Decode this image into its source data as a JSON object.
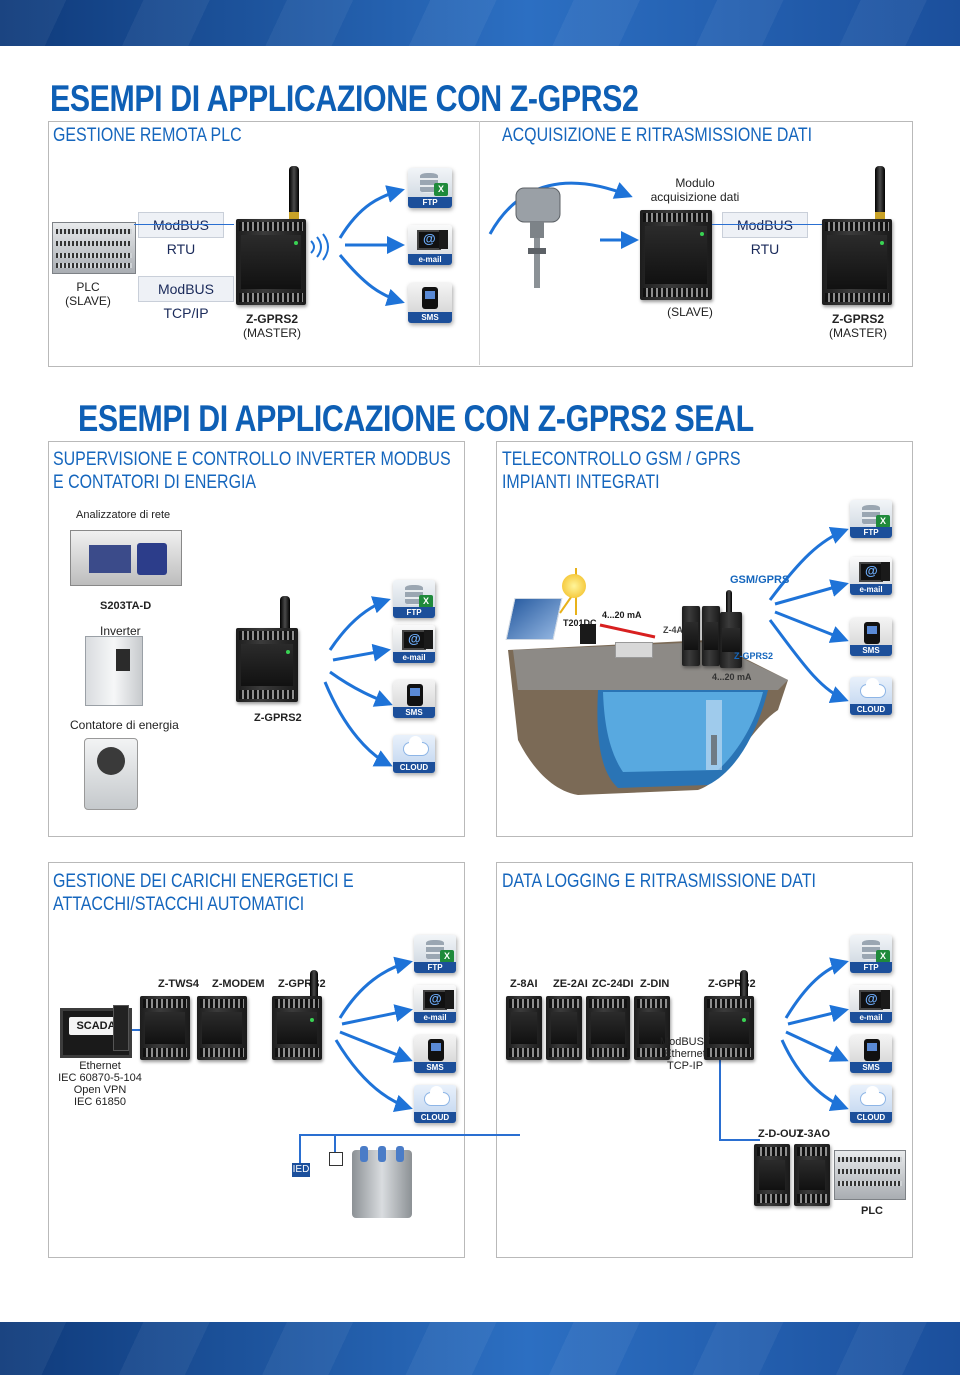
{
  "sections": {
    "title1": "ESEMPI DI APPLICAZIONE CON Z-GPRS2",
    "title2": "ESEMPI DI APPLICAZIONE CON Z-GPRS2 SEAL",
    "box1": {
      "heading": "GESTIONE REMOTA PLC"
    },
    "box2": {
      "heading": "ACQUISIZIONE E RITRASMISSIONE DATI"
    },
    "box3": {
      "heading_line1": "SUPERVISIONE E CONTROLLO INVERTER MODBUS",
      "heading_line2": "E CONTATORI DI ENERGIA"
    },
    "box4": {
      "heading_line1": "TELECONTROLLO GSM / GPRS",
      "heading_line2": "IMPIANTI INTEGRATI"
    },
    "box5": {
      "heading_line1": "GESTIONE DEI CARICHI ENERGETICI E",
      "heading_line2": "ATTACCHI/STACCHI AUTOMATICI"
    },
    "box6": {
      "heading": "DATA LOGGING E RITRASMISSIONE DATI"
    }
  },
  "box1": {
    "modbus_rtu": "ModBUS RTU",
    "modbus_tcp": "ModBUS TCP/IP",
    "plc_line1": "PLC",
    "plc_line2": "(SLAVE)",
    "device": "Z-GPRS2",
    "device_role": "(MASTER)"
  },
  "box2": {
    "module_line1": "Modulo",
    "module_line2": "acquisizione dati",
    "modbus_rtu": "ModBUS RTU",
    "slave": "(SLAVE)",
    "device": "Z-GPRS2",
    "device_role": "(MASTER)"
  },
  "box3": {
    "analyzer": "Analizzatore di rete",
    "s203": "S203TA-D",
    "inverter": "Inverter",
    "meter": "Contatore di energia",
    "device": "Z-GPRS2"
  },
  "box4": {
    "gsm": "GSM/GPRS",
    "t201": "T201DC",
    "ma1": "4...20 mA",
    "z4ai": "Z-4AI",
    "zgprs2": "Z-GPRS2",
    "ma2": "4...20 mA"
  },
  "box5": {
    "ztws4": "Z-TWS4",
    "zmodem": "Z-MODEM",
    "zgprs2": "Z-GPRS2",
    "scada": "SCADA",
    "proto_lines": [
      "Ethernet",
      "IEC 60870-5-104",
      "Open VPN",
      "IEC 61850"
    ],
    "ied": "IED"
  },
  "box6": {
    "z8ai": "Z-8AI",
    "ze2ai": "ZE-2AI",
    "zc24di": "ZC-24DI",
    "zdin": "Z-DIN",
    "zgprs2": "Z-GPRS2",
    "modbus_lines": [
      "ModBUS /",
      "Ethernet",
      "TCP-IP"
    ],
    "zdout": "Z-D-OUT",
    "z3ao": "Z-3AO",
    "plc": "PLC"
  },
  "icons": {
    "ftp": "FTP",
    "email": "e-mail",
    "email_alt": "e-mail",
    "sms": "SMS",
    "cloud": "CLOUD"
  },
  "colors": {
    "brand_blue": "#0e5fb5",
    "arrow_blue": "#1e73d8",
    "band_blue": "#1b4f9c"
  }
}
